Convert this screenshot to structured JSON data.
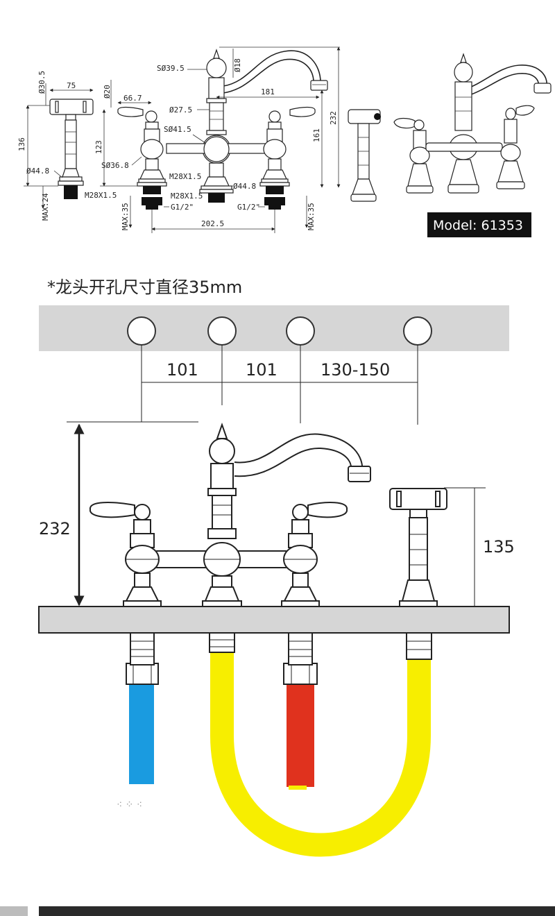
{
  "model_label": "Model: 61353",
  "hole_note": "*龙头开孔尺寸直径35mm",
  "technical_drawing": {
    "side_sprayer": {
      "dia_top": "Ø30.5",
      "width": "75",
      "height": "136",
      "dia_base": "Ø44.8",
      "max_below": "MAX:24",
      "thread": "M28X1.5"
    },
    "faucet": {
      "spout_sphere": "SØ39.5",
      "spout_dia": "Ø18",
      "spout_reach": "181",
      "total_height": "232",
      "neck_height": "161",
      "body_dia": "Ø27.5",
      "hub_sphere": "SØ41.5",
      "left_handle_width": "66.7",
      "handle_dia": "Ø20",
      "handle_height": "123",
      "valve_sphere": "SØ36.8",
      "thread_left": "M28X1.5",
      "thread_mid": "M28X1.5",
      "base_dia": "Ø44.8",
      "inlet_left": "G1/2\"",
      "inlet_right": "G1/2\"",
      "max_left": "MAX:35",
      "max_right": "MAX:35",
      "center_spread": "202.5"
    }
  },
  "install_diagram": {
    "spacing_1": "101",
    "spacing_2": "101",
    "spacing_3": "130-150",
    "faucet_height": "232",
    "sprayer_height": "135"
  },
  "colors": {
    "cold_hose": "#1a9be0",
    "hot_hose": "#e0321e",
    "sprayer_hose": "#f7ee00",
    "deck": "#d6d6d6",
    "model_bg": "#111111"
  }
}
